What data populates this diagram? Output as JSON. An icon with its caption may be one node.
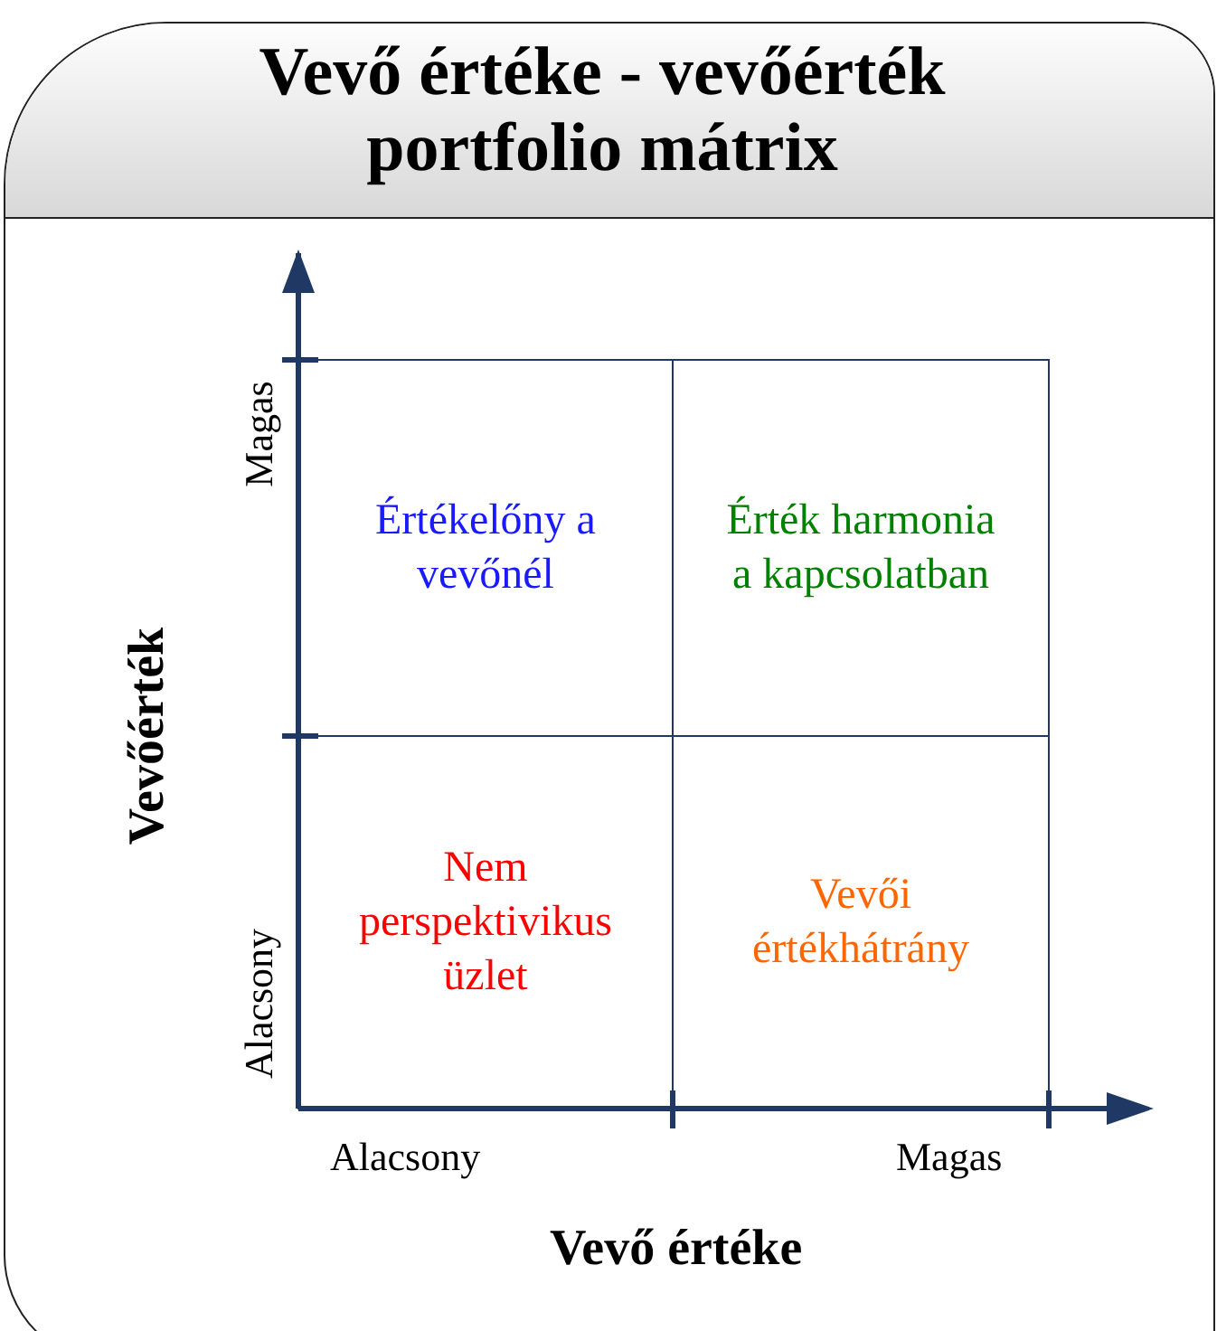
{
  "diagram": {
    "title": "Vevő értéke - vevőérték portfolio mátrix",
    "nodes": [
      {
        "text": [
          "Értékelőny a vevőnél"
        ]
      },
      {
        "text": [
          "Érték harmonia a kapcsolatban"
        ]
      },
      {
        "text": [
          "Nem perspektivikus üzlet"
        ]
      },
      {
        "text": [
          "Vevői értékhátrány"
        ]
      }
    ],
    "labels": [
      "Magas",
      "Alacsony",
      "Vevőérték",
      "Alacsony",
      "Magas",
      "Vevő értéke"
    ]
  }
}
